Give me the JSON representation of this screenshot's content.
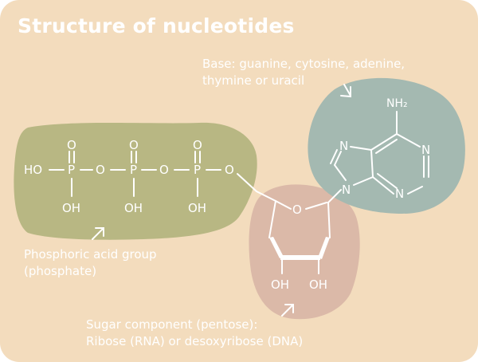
{
  "title": "Structure of nucleotides",
  "labels": {
    "base_line1": "Base: guanine, cytosine, adenine,",
    "base_line2": "thymine or uracil",
    "phosphate_line1": "Phosphoric acid group",
    "phosphate_line2": "(phosphate)",
    "sugar_line1": "Sugar component (pentose):",
    "sugar_line2": "Ribose (RNA) or desoxyribose (DNA)"
  },
  "atoms": {
    "ho": "HO",
    "p": "P",
    "o": "O",
    "oh": "OH",
    "n": "N",
    "nh2": "NH₂"
  },
  "colors": {
    "background": "#f3dcbd",
    "phosphate_blob": "#b8b783",
    "sugar_blob": "#dbb9a8",
    "base_blob": "#a4b9b1",
    "text": "#ffffff"
  }
}
